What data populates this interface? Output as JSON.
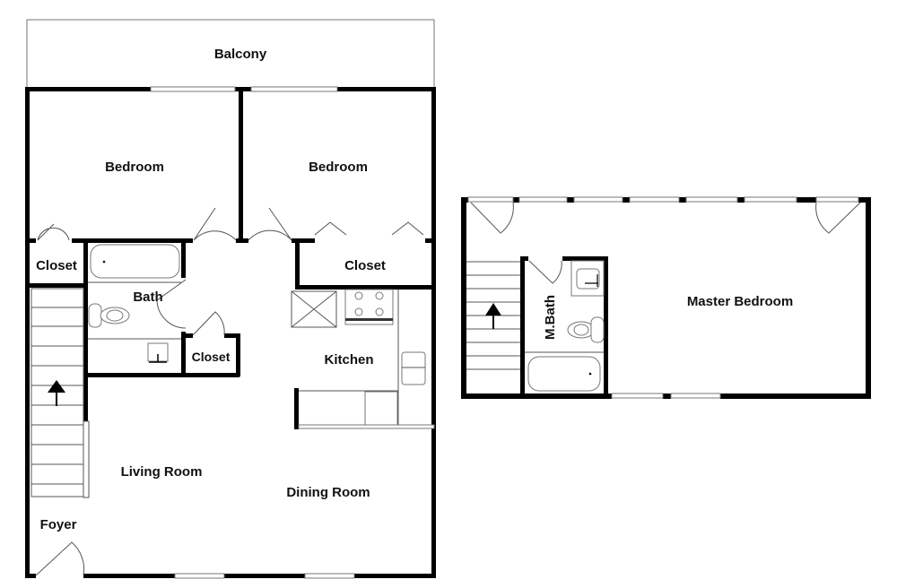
{
  "floor_plan": {
    "main_floor": {
      "rooms": {
        "balcony": "Balcony",
        "bedroom_left": "Bedroom",
        "bedroom_right": "Bedroom",
        "closet_left": "Closet",
        "bath": "Bath",
        "closet_small": "Closet",
        "closet_right": "Closet",
        "kitchen": "Kitchen",
        "living_room": "Living Room",
        "dining_room": "Dining Room",
        "foyer": "Foyer"
      }
    },
    "upper_floor": {
      "rooms": {
        "master_bedroom": "Master Bedroom",
        "master_bath": "M.Bath"
      }
    }
  }
}
